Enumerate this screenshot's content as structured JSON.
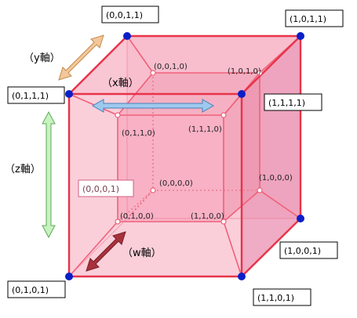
{
  "diagram": {
    "colors": {
      "edge": "#e8334a",
      "inner_edge": "#f0607a",
      "fill_outer": "#f9b8c8",
      "fill_right": "#e990b0",
      "fill_inner": "#f7a9c1",
      "vertex_outer": "#0a1fc8",
      "vertex_inner": "#ffffff",
      "hidden_edge": "#f07a93",
      "axis_x": "#9ec9ee",
      "axis_y": "#f3c79a",
      "axis_z": "#c8f2c0",
      "axis_w": "#a8323c"
    },
    "outer_labels": {
      "v0011": "(0,0,1,1)",
      "v1011": "(1,0,1,1)",
      "v0111": "(0,1,1,1)",
      "v1111": "(1,1,1,1)",
      "v0001": "(0,0,0,1)",
      "v1001": "(1,0,0,1)",
      "v0101": "(0,1,0,1)",
      "v1101": "(1,1,0,1)"
    },
    "inner_labels": {
      "v0010": "(0,0,1,0)",
      "v1010": "(1,0,1,0)",
      "v0110": "(0,1,1,0)",
      "v1110": "(1,1,1,0)",
      "v0000": "(0,0,0,0)",
      "v1000": "(1,0,0,0)",
      "v0100": "(0,1,0,0)",
      "v1100": "(1,1,0,0)"
    },
    "axis_labels": {
      "x": "（x軸）",
      "y": "（y軸）",
      "z": "（z軸）",
      "w": "（w軸）"
    }
  }
}
